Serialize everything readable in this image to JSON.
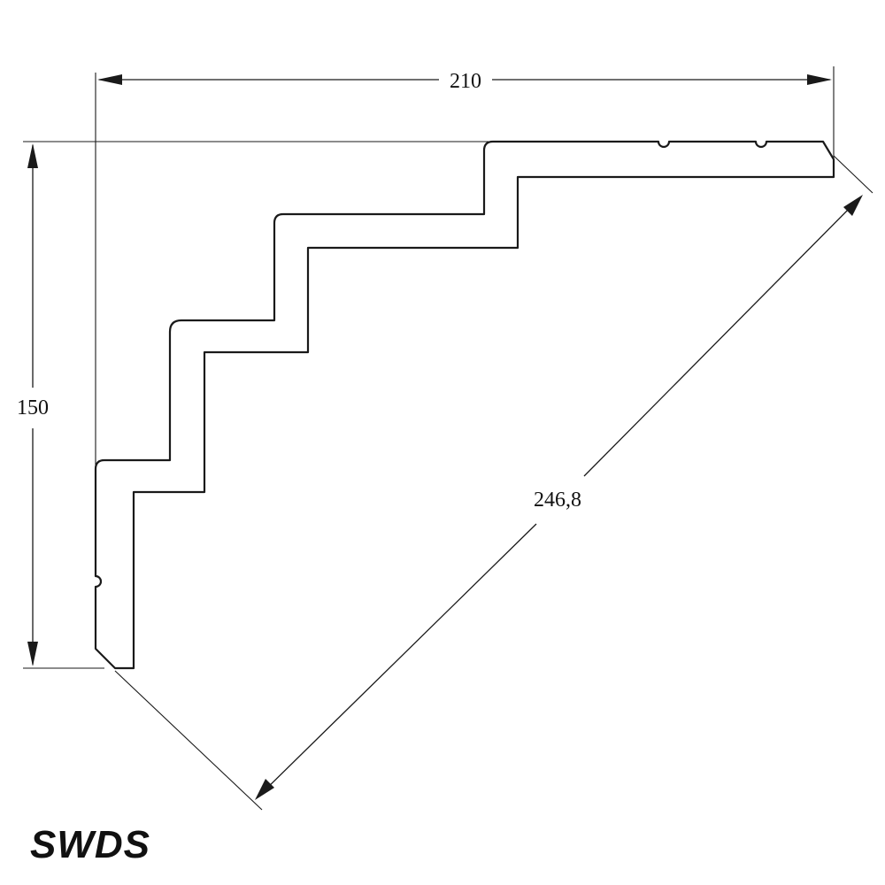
{
  "dimensions": {
    "width": "210",
    "height": "150",
    "diagonal": "246,8"
  },
  "brand": {
    "logo_text": "SWDS"
  },
  "colors": {
    "line": "#1a1a1a",
    "background": "#ffffff"
  }
}
